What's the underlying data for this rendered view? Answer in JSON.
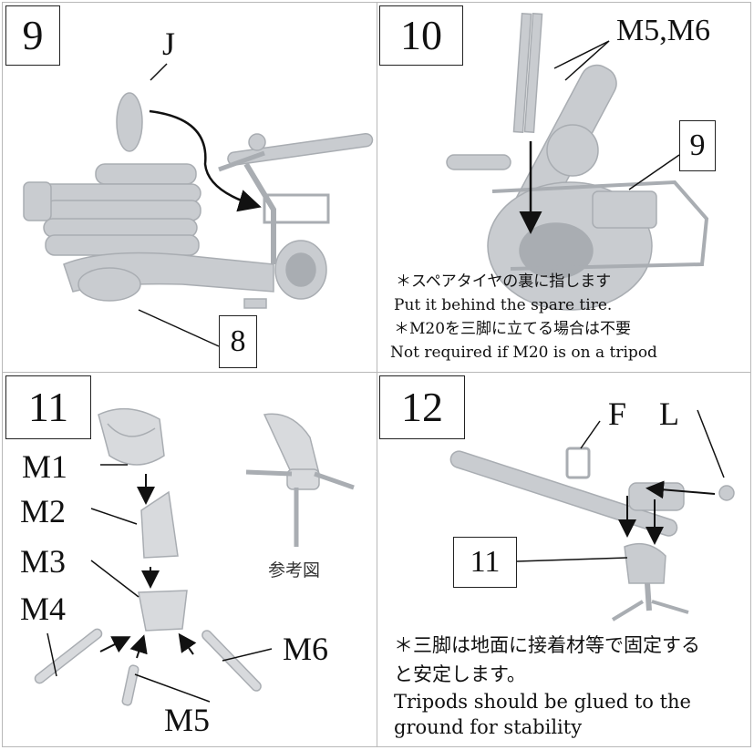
{
  "panels": {
    "p9": {
      "step": "9",
      "callouts": {
        "j": "J",
        "eight": "8"
      }
    },
    "p10": {
      "step": "10",
      "callouts": {
        "m5m6": "M5,M6",
        "nine": "9"
      },
      "notes": [
        "＊スペアタイヤの裏に指します",
        "Put it behind the spare tire.",
        "＊M20を三脚に立てる場合は不要",
        "Not required if M20 is on a tripod"
      ]
    },
    "p11": {
      "step": "11",
      "parts": {
        "m1": "M1",
        "m2": "M2",
        "m3": "M3",
        "m4": "M4",
        "m5": "M5",
        "m6": "M6"
      },
      "reference": "参考図"
    },
    "p12": {
      "step": "12",
      "callouts": {
        "f": "F",
        "l": "L",
        "eleven": "11"
      },
      "notes": [
        "＊三脚は地面に接着材等で固定する",
        "と安定します。",
        "Tripods should be glued to the",
        "ground for stability"
      ]
    }
  },
  "colors": {
    "model": "#c9ccd0",
    "model_dark": "#a9adb2",
    "line": "#111111",
    "border": "#b8b8b8"
  }
}
